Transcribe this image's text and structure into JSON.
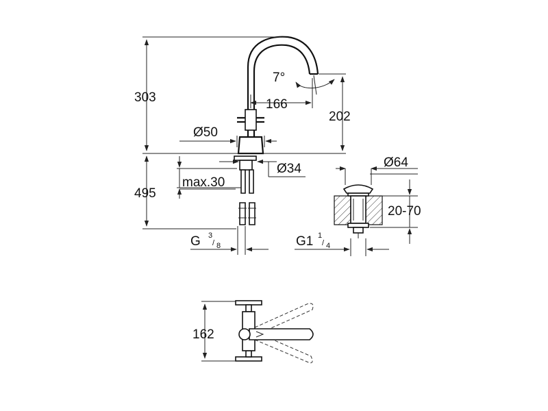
{
  "dimensions": {
    "height_303": "303",
    "height_495": "495",
    "reach_166": "166",
    "angle_7": "7°",
    "height_202": "202",
    "dia_50": "Ø50",
    "dia_34": "Ø34",
    "max_30": "max.30",
    "thread_g38_main": "G ",
    "thread_g38_num": "3",
    "thread_g38_den": "8",
    "dia_64": "Ø64",
    "range_20_70": "20-70",
    "thread_g114_main": "G1",
    "thread_g114_num": "1",
    "thread_g114_den": "4",
    "width_162": "162"
  }
}
